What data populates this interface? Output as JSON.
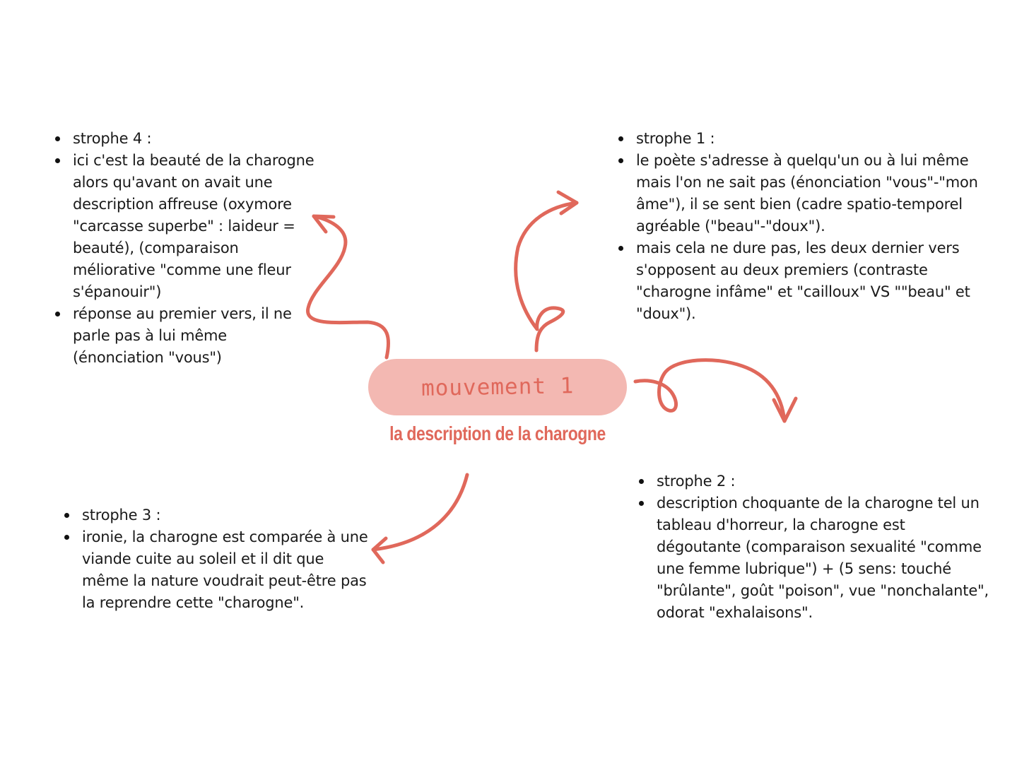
{
  "center": {
    "title": "mouvement 1",
    "subtitle": "la description de la charogne"
  },
  "accent_color": "#e0685b",
  "pill_color": "#f3b8b2",
  "strophe_4": {
    "items": [
      "strophe 4 :",
      "ici c'est la beauté de la charogne alors qu'avant on avait une description affreuse (oxymore \"carcasse superbe\" : laideur = beauté), (comparaison méliorative \"comme une fleur s'épanouir\")",
      "réponse au premier vers, il ne parle pas à lui même (énonciation \"vous\")"
    ]
  },
  "strophe_1": {
    "items": [
      "strophe 1 :",
      "le poète s'adresse à quelqu'un ou à lui même mais l'on ne sait pas (énonciation \"vous\"-\"mon âme\"), il se sent bien (cadre spatio-temporel agréable (\"beau\"-\"doux\").",
      "mais cela ne dure pas, les deux dernier vers s'opposent au deux premiers (contraste \"charogne infâme\" et \"cailloux\" VS \"\"beau\" et \"doux\")."
    ]
  },
  "strophe_3": {
    "items": [
      "strophe 3 :",
      "ironie, la charogne est comparée à une viande cuite au soleil et il dit que même la nature voudrait peut-être pas la reprendre cette \"charogne\"."
    ]
  },
  "strophe_2": {
    "items": [
      "strophe 2 :",
      "description choquante de la charogne tel un tableau d'horreur, la charogne est dégoutante (comparaison sexualité \"comme une femme lubrique\") + (5 sens: touché \"brûlante\", goût \"poison\", vue \"nonchalante\", odorat \"exhalaisons\"."
    ]
  }
}
